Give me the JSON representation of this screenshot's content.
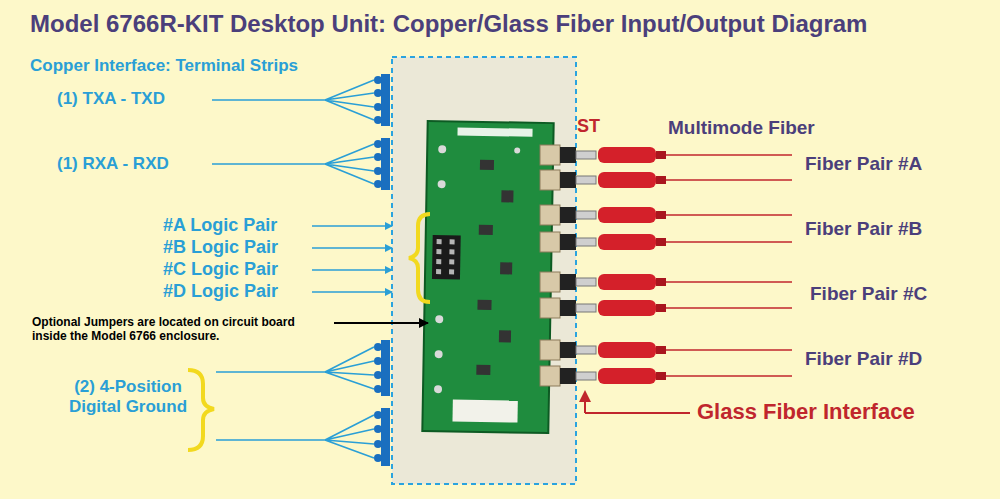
{
  "diagram": {
    "title": "Model 6766R-KIT Desktop Unit: Copper/Glass Fiber Input/Output Diagram",
    "labels": [
      "Copper Interface: Terminal Strips",
      "(1) TXA - TXD",
      "(1) RXA - RXD",
      "ST",
      "Multimode Fiber",
      "Fiber Pair #A",
      "Fiber Pair #B",
      "#A Logic Pair",
      "#B Logic Pair",
      "#C Logic Pair",
      "#D Logic Pair",
      "Fiber Pair #C",
      "Optional Jumpers are located on circuit board inside the Model 6766 enclosure.",
      "Fiber Pair #D",
      "(2) 4-Position Digital Ground",
      "Glass Fiber Interface"
    ]
  }
}
